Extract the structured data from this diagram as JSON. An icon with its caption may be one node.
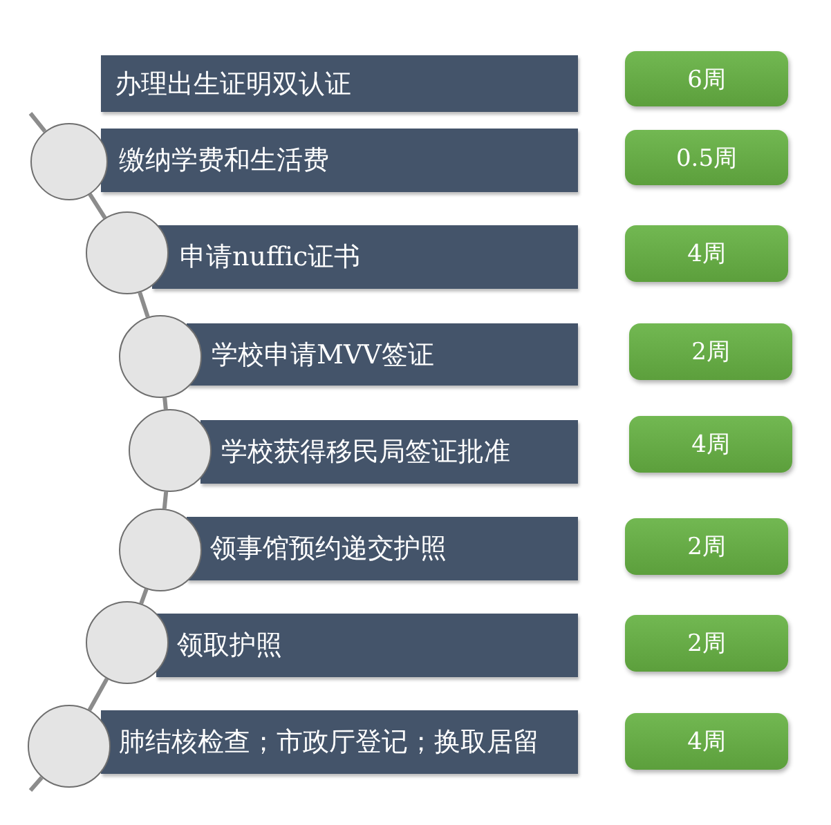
{
  "diagram": {
    "nodes": [
      {
        "text": [
          "办理出生证明双认证"
        ]
      },
      {
        "text": [
          "6周"
        ]
      },
      {
        "text": [],
        "shape": "circle"
      },
      {
        "text": [
          "缴纳学费和生活费"
        ]
      },
      {
        "text": [
          "0.5周"
        ]
      },
      {
        "text": [],
        "shape": "circle"
      },
      {
        "text": [
          "申请nuffic证书"
        ]
      },
      {
        "text": [
          "4周"
        ]
      },
      {
        "text": [],
        "shape": "circle"
      },
      {
        "text": [
          "学校申请MVV签证"
        ]
      },
      {
        "text": [
          "2周"
        ]
      },
      {
        "text": [],
        "shape": "circle"
      },
      {
        "text": [
          "学校获得移民局签证批准"
        ]
      },
      {
        "text": [
          "4周"
        ]
      },
      {
        "text": [],
        "shape": "circle"
      },
      {
        "text": [
          "领事馆预约递交护照"
        ]
      },
      {
        "text": [
          "2周"
        ]
      },
      {
        "text": [],
        "shape": "circle"
      },
      {
        "text": [
          "领取护照"
        ]
      },
      {
        "text": [
          "2周"
        ]
      },
      {
        "text": [],
        "shape": "circle"
      },
      {
        "text": [
          "肺结核检查；市政厅登记；换取居留"
        ]
      },
      {
        "text": [
          "4周"
        ]
      }
    ],
    "edges": [
      {
        "from": null,
        "to": 2,
        "arrow": "none"
      },
      {
        "from": 2,
        "to": 5,
        "arrow": "none"
      },
      {
        "from": 5,
        "to": 8,
        "arrow": "none"
      },
      {
        "from": 8,
        "to": 11,
        "arrow": "none"
      },
      {
        "from": 11,
        "to": 14,
        "arrow": "none"
      },
      {
        "from": 14,
        "to": 17,
        "arrow": "none"
      },
      {
        "from": 17,
        "to": 20,
        "arrow": "none"
      },
      {
        "from": 20,
        "to": null,
        "arrow": "none"
      }
    ]
  }
}
